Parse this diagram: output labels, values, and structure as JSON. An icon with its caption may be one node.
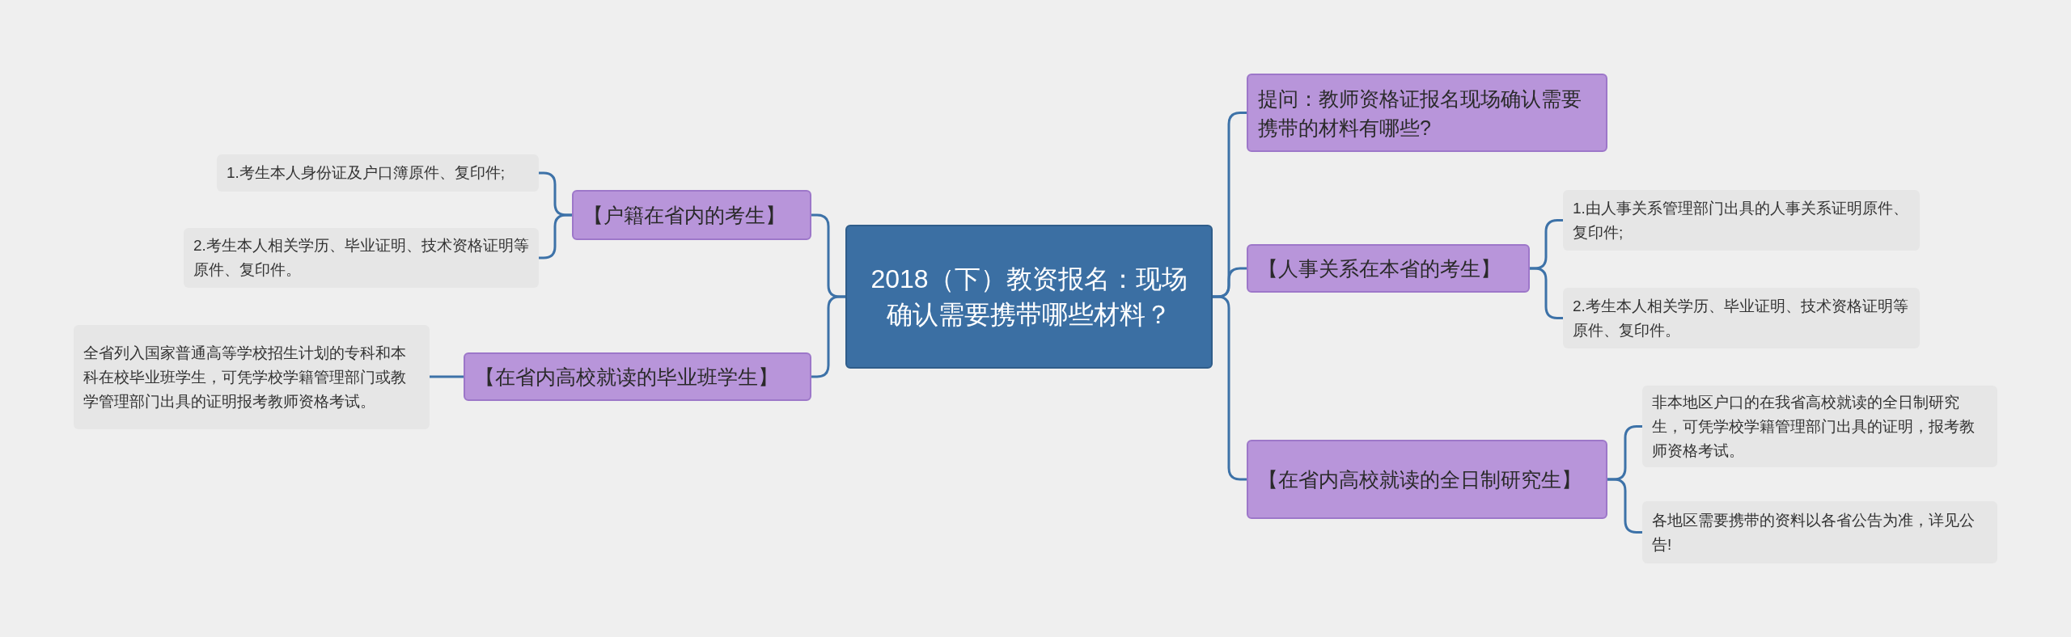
{
  "diagram": {
    "nodes": [
      {
        "text": [
          "2018（下）教资报名：现场确认需要携带哪些材料？"
        ]
      },
      {
        "text": [
          "【户籍在省内的考生】"
        ]
      },
      {
        "text": [
          "1.考生本人身份证及户口簿原件、复印件;"
        ]
      },
      {
        "text": [
          "2.考生本人相关学历、毕业证明、技术资格证明等原件、复印件。"
        ]
      },
      {
        "text": [
          "【在省内高校就读的毕业班学生】"
        ]
      },
      {
        "text": [
          "全省列入国家普通高等学校招生计划的专科和本科在校毕业班学生，可凭学校学籍管理部门或教学管理部门出具的证明报考教师资格考试。"
        ]
      },
      {
        "text": [
          "提问：教师资格证报名现场确认需要携带的材料有哪些?"
        ]
      },
      {
        "text": [
          "【人事关系在本省的考生】"
        ]
      },
      {
        "text": [
          "1.由人事关系管理部门出具的人事关系证明原件、复印件;"
        ]
      },
      {
        "text": [
          "2.考生本人相关学历、毕业证明、技术资格证明等原件、复印件。"
        ]
      },
      {
        "text": [
          "【在省内高校就读的全日制研究生】"
        ]
      },
      {
        "text": [
          "非本地区户口的在我省高校就读的全日制研究生，可凭学校学籍管理部门出具的证明，报考教师资格考试。"
        ]
      },
      {
        "text": [
          "各地区需要携带的资料以各省公告为准，详见公告!"
        ]
      }
    ],
    "edges": [
      {
        "from": 0,
        "to": 1,
        "arrow": "none"
      },
      {
        "from": 1,
        "to": 2,
        "arrow": "none"
      },
      {
        "from": 1,
        "to": 3,
        "arrow": "none"
      },
      {
        "from": 0,
        "to": 4,
        "arrow": "none"
      },
      {
        "from": 4,
        "to": 5,
        "arrow": "none"
      },
      {
        "from": 0,
        "to": 6,
        "arrow": "none"
      },
      {
        "from": 0,
        "to": 7,
        "arrow": "none"
      },
      {
        "from": 7,
        "to": 8,
        "arrow": "none"
      },
      {
        "from": 7,
        "to": 9,
        "arrow": "none"
      },
      {
        "from": 0,
        "to": 10,
        "arrow": "none"
      },
      {
        "from": 10,
        "to": 11,
        "arrow": "none"
      },
      {
        "from": 10,
        "to": 12,
        "arrow": "none"
      }
    ]
  }
}
